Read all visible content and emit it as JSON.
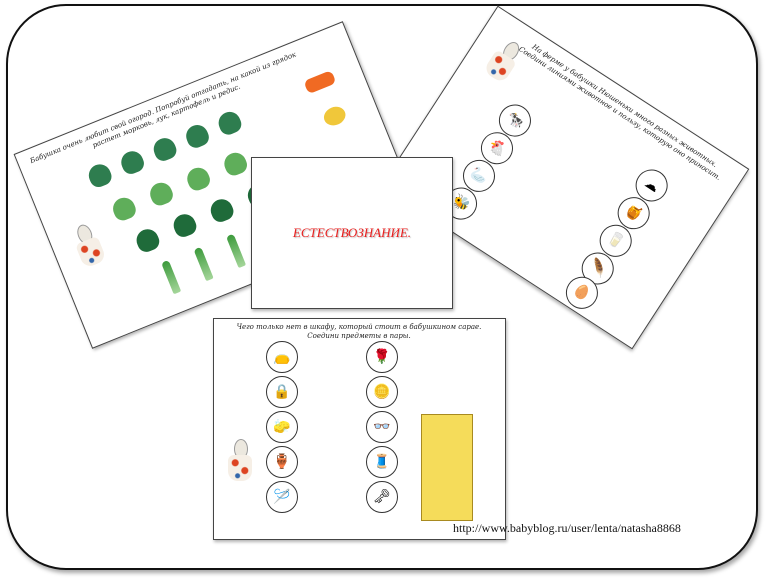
{
  "center_card": {
    "title": "ЕСТЕСТВОЗНАНИЕ.",
    "title_color": "#e8201f"
  },
  "garden_card": {
    "caption": "Бабушка очень любит свой огород. Попробуй отгадать, на какой из грядок растет морковь, лук, картофель и редис."
  },
  "farm_card": {
    "caption": "На ферме у бабушки Нюшеньки много разных животных. Соедини линиями животное и пользу, которую оно приносит."
  },
  "wardrobe_card": {
    "caption": "Чего только нет в шкафу, который стоит в бабушкином сарае. Соедини предметы в пары."
  },
  "source_url": "http://www.babyblog.ru/user/lenta/natasha8868"
}
